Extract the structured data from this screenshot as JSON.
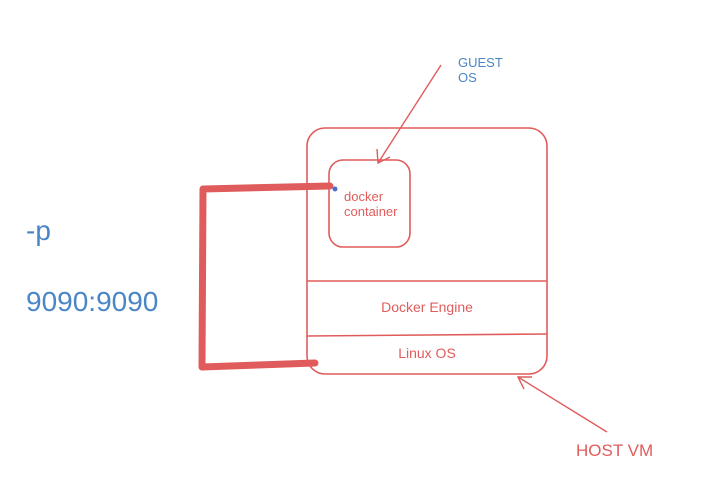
{
  "labels": {
    "port_flag": "-p",
    "port_mapping": "9090:9090",
    "guest_os": "GUEST OS",
    "docker_container": "docker container",
    "docker_engine": "Docker Engine",
    "linux_os": "Linux OS",
    "host_vm": "HOST VM"
  },
  "colors": {
    "stroke": "#e05c5c",
    "text_blue": "#4a86c5",
    "text_red": "#e05c5c",
    "dot": "#4a6fd0"
  }
}
